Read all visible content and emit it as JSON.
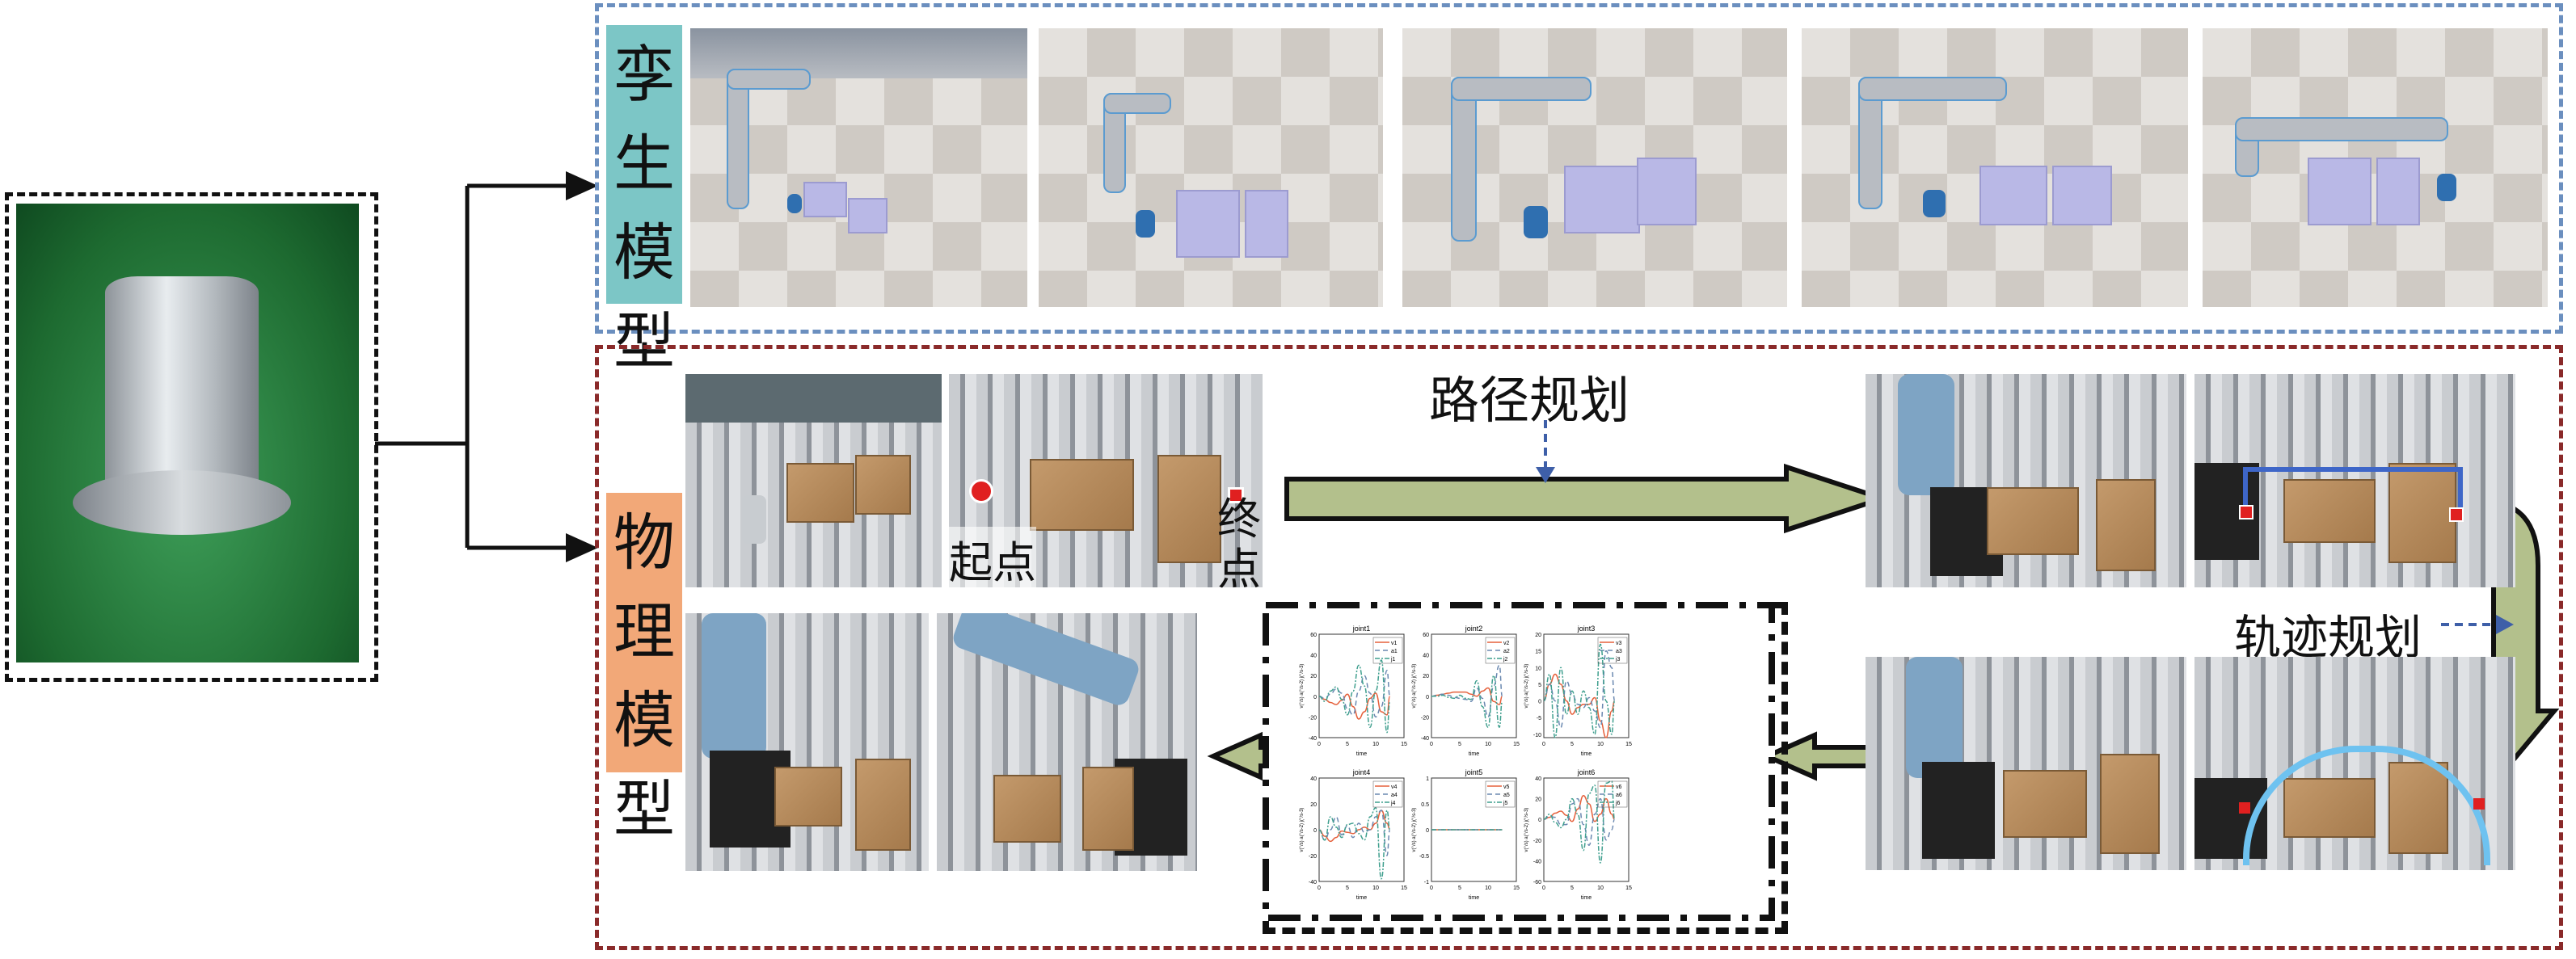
{
  "labels": {
    "twin_model": [
      "孪",
      "生",
      "模",
      "型"
    ],
    "physical_model": [
      "物",
      "理",
      "模",
      "型"
    ],
    "path_planning": "路径规划",
    "trajectory_planning": "轨迹规划",
    "start_point": "起点",
    "end_point": [
      "终",
      "点"
    ]
  },
  "colors": {
    "twin_border": "#6b8fbf",
    "twin_label_bg": "#7cc6c6",
    "physical_border": "#8a2a2a",
    "physical_label_bg": "#f2a878",
    "arrow_fill": "#b3c08c",
    "v_series": "#e5603b",
    "a_series": "#6a88b0",
    "j_series": "#3f9f8e"
  },
  "chart_data": [
    {
      "type": "line",
      "title": "joint1",
      "xlabel": "time",
      "ylabel": "v(°/s)  a(°/s-2)  j(°/s-3)",
      "xlim": [
        0,
        15
      ],
      "ylim": [
        -40,
        60
      ],
      "xticks": [
        0,
        5,
        10,
        15
      ],
      "yticks": [
        -40,
        -20,
        0,
        20,
        40,
        60
      ],
      "x": [
        0,
        1,
        2,
        3,
        4,
        5,
        6,
        7,
        8,
        9,
        10,
        11,
        12,
        12.5
      ],
      "series": [
        {
          "name": "v1",
          "values": [
            0,
            -3,
            -6,
            -8,
            -4,
            2,
            -10,
            -22,
            -15,
            -2,
            3,
            -15,
            -18,
            0
          ]
        },
        {
          "name": "a1",
          "values": [
            0,
            -2,
            2,
            7,
            3,
            -12,
            -18,
            5,
            20,
            3,
            -20,
            -10,
            25,
            0
          ]
        },
        {
          "name": "j1",
          "values": [
            0,
            -5,
            5,
            9,
            -3,
            -18,
            5,
            30,
            10,
            -30,
            5,
            35,
            -35,
            -5
          ]
        }
      ]
    },
    {
      "type": "line",
      "title": "joint2",
      "xlabel": "time",
      "ylabel": "v(°/s)  a(°/s-2)  j(°/s-3)",
      "xlim": [
        0,
        15
      ],
      "ylim": [
        -40,
        60
      ],
      "xticks": [
        0,
        5,
        10,
        15
      ],
      "yticks": [
        -40,
        -20,
        0,
        20,
        40,
        60
      ],
      "x": [
        0,
        1,
        2,
        3,
        4,
        5,
        6,
        7,
        8,
        9,
        10,
        11,
        12,
        12.5
      ],
      "series": [
        {
          "name": "v2",
          "values": [
            0,
            1,
            2,
            3,
            4,
            4,
            4,
            2,
            0,
            5,
            8,
            -5,
            -8,
            0
          ]
        },
        {
          "name": "a2",
          "values": [
            0,
            1,
            2,
            1,
            -1,
            -2,
            -3,
            -5,
            8,
            -2,
            -20,
            10,
            30,
            0
          ]
        },
        {
          "name": "j2",
          "values": [
            0,
            0,
            1,
            -1,
            -2,
            1,
            -2,
            -3,
            15,
            -10,
            -30,
            20,
            -30,
            -5
          ]
        }
      ]
    },
    {
      "type": "line",
      "title": "joint3",
      "xlabel": "time",
      "ylabel": "v(°/s)  a(°/s-2)  j(°/s-3)",
      "xlim": [
        0,
        15
      ],
      "ylim": [
        -11,
        20
      ],
      "xticks": [
        0,
        5,
        10,
        15
      ],
      "yticks": [
        -10,
        -5,
        0,
        5,
        10,
        15,
        20
      ],
      "x": [
        0,
        1,
        2,
        3,
        4,
        5,
        6,
        7,
        8,
        9,
        10,
        11,
        12,
        12.5
      ],
      "series": [
        {
          "name": "v3",
          "values": [
            0,
            5,
            8,
            5,
            0,
            -4,
            -2,
            -1,
            -1,
            1,
            -6,
            -11,
            -3,
            0
          ]
        },
        {
          "name": "a3",
          "values": [
            0,
            5,
            0,
            -8,
            6,
            2,
            -1,
            -2,
            1,
            -3,
            -8,
            15,
            10,
            0
          ]
        },
        {
          "name": "j3",
          "values": [
            0,
            8,
            -11,
            10,
            -4,
            3,
            -4,
            3,
            -2,
            -10,
            17,
            0,
            -10,
            0
          ]
        }
      ]
    },
    {
      "type": "line",
      "title": "joint4",
      "xlabel": "time",
      "ylabel": "v(°/s)  a(°/s-2)  j(°/s-3)",
      "xlim": [
        0,
        15
      ],
      "ylim": [
        -40,
        40
      ],
      "xticks": [
        0,
        5,
        10,
        15
      ],
      "yticks": [
        -40,
        -20,
        0,
        20,
        40
      ],
      "x": [
        0,
        1,
        2,
        3,
        4,
        5,
        6,
        7,
        8,
        9,
        10,
        11,
        12,
        12.5
      ],
      "series": [
        {
          "name": "v4",
          "values": [
            0,
            -5,
            -9,
            -6,
            -1,
            -2,
            -3,
            0,
            2,
            0,
            5,
            15,
            5,
            0
          ]
        },
        {
          "name": "a4",
          "values": [
            0,
            -8,
            0,
            10,
            -4,
            3,
            -6,
            5,
            -2,
            0,
            10,
            15,
            -20,
            0
          ]
        },
        {
          "name": "j4",
          "values": [
            0,
            -8,
            10,
            2,
            -6,
            4,
            5,
            -3,
            -8,
            10,
            17,
            -38,
            15,
            0
          ]
        }
      ]
    },
    {
      "type": "line",
      "title": "joint5",
      "xlabel": "time",
      "ylabel": "v(°/s)  a(°/s-2)  j(°/s-3)",
      "xlim": [
        0,
        15
      ],
      "ylim": [
        -1,
        1
      ],
      "xticks": [
        0,
        5,
        10,
        15
      ],
      "yticks": [
        -1,
        -0.5,
        0,
        0.5,
        1
      ],
      "x": [
        0,
        1,
        2,
        3,
        4,
        5,
        6,
        7,
        8,
        9,
        10,
        11,
        12,
        12.5
      ],
      "series": [
        {
          "name": "v5",
          "values": [
            0,
            0,
            0,
            0,
            0,
            0,
            0,
            0,
            0,
            0,
            0,
            0,
            0,
            0
          ]
        },
        {
          "name": "a5",
          "values": [
            0,
            0,
            0,
            0,
            0,
            0,
            0,
            0,
            0,
            0,
            0,
            0,
            0,
            0
          ]
        },
        {
          "name": "j5",
          "values": [
            0,
            0,
            0,
            0,
            0,
            0,
            0,
            0,
            0,
            0,
            0,
            0,
            0,
            0
          ]
        }
      ]
    },
    {
      "type": "line",
      "title": "joint6",
      "xlabel": "time",
      "ylabel": "v(°/s)  a(°/s-2)  j(°/s-3)",
      "xlim": [
        0,
        15
      ],
      "ylim": [
        -60,
        40
      ],
      "xticks": [
        0,
        5,
        10,
        15
      ],
      "yticks": [
        -60,
        -40,
        -20,
        0,
        20,
        40
      ],
      "x": [
        0,
        1,
        2,
        3,
        4,
        5,
        6,
        7,
        8,
        9,
        10,
        11,
        12,
        12.5
      ],
      "series": [
        {
          "name": "v6",
          "values": [
            0,
            2,
            6,
            8,
            4,
            -2,
            10,
            23,
            15,
            -2,
            5,
            20,
            5,
            0
          ]
        },
        {
          "name": "a6",
          "values": [
            0,
            3,
            2,
            -5,
            -5,
            15,
            20,
            -5,
            -25,
            5,
            20,
            -20,
            -10,
            0
          ]
        },
        {
          "name": "j6",
          "values": [
            0,
            5,
            -3,
            -8,
            0,
            20,
            5,
            -30,
            25,
            33,
            -42,
            35,
            37,
            0
          ]
        }
      ]
    }
  ]
}
